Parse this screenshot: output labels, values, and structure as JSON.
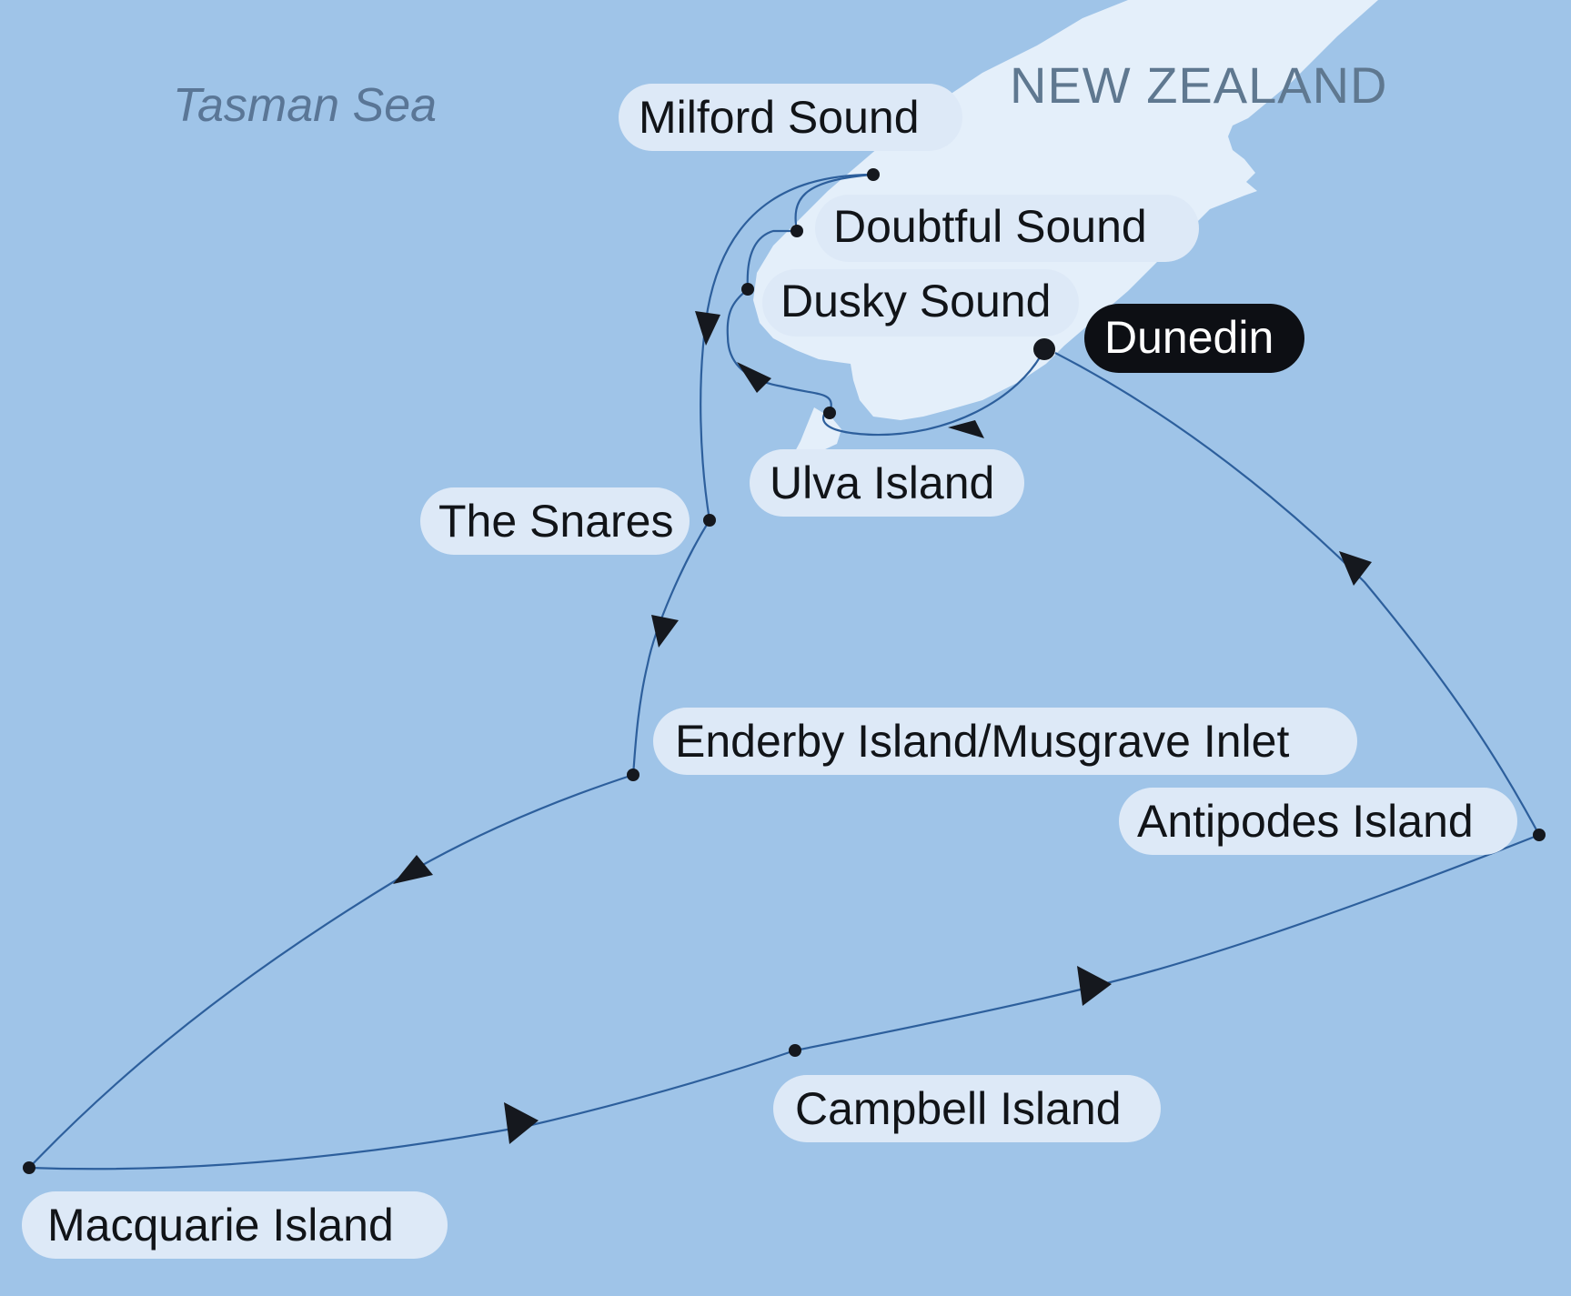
{
  "map": {
    "sea_label": "Tasman Sea",
    "country_label": "NEW ZEALAND",
    "colors": {
      "sea": "#9fc4e8",
      "land": "#e4effa",
      "route": "#2d5f9c",
      "label_pill": "#dde9f7",
      "start_pill": "#0d0f14"
    }
  },
  "stops": [
    {
      "id": "milford-sound",
      "label": "Milford Sound"
    },
    {
      "id": "doubtful-sound",
      "label": "Doubtful Sound"
    },
    {
      "id": "dusky-sound",
      "label": "Dusky Sound"
    },
    {
      "id": "dunedin",
      "label": "Dunedin",
      "start": true
    },
    {
      "id": "ulva-island",
      "label": "Ulva Island"
    },
    {
      "id": "the-snares",
      "label": "The Snares"
    },
    {
      "id": "enderby-island",
      "label": "Enderby Island/Musgrave Inlet"
    },
    {
      "id": "antipodes-island",
      "label": "Antipodes Island"
    },
    {
      "id": "campbell-island",
      "label": "Campbell Island"
    },
    {
      "id": "macquarie-island",
      "label": "Macquarie Island"
    }
  ]
}
